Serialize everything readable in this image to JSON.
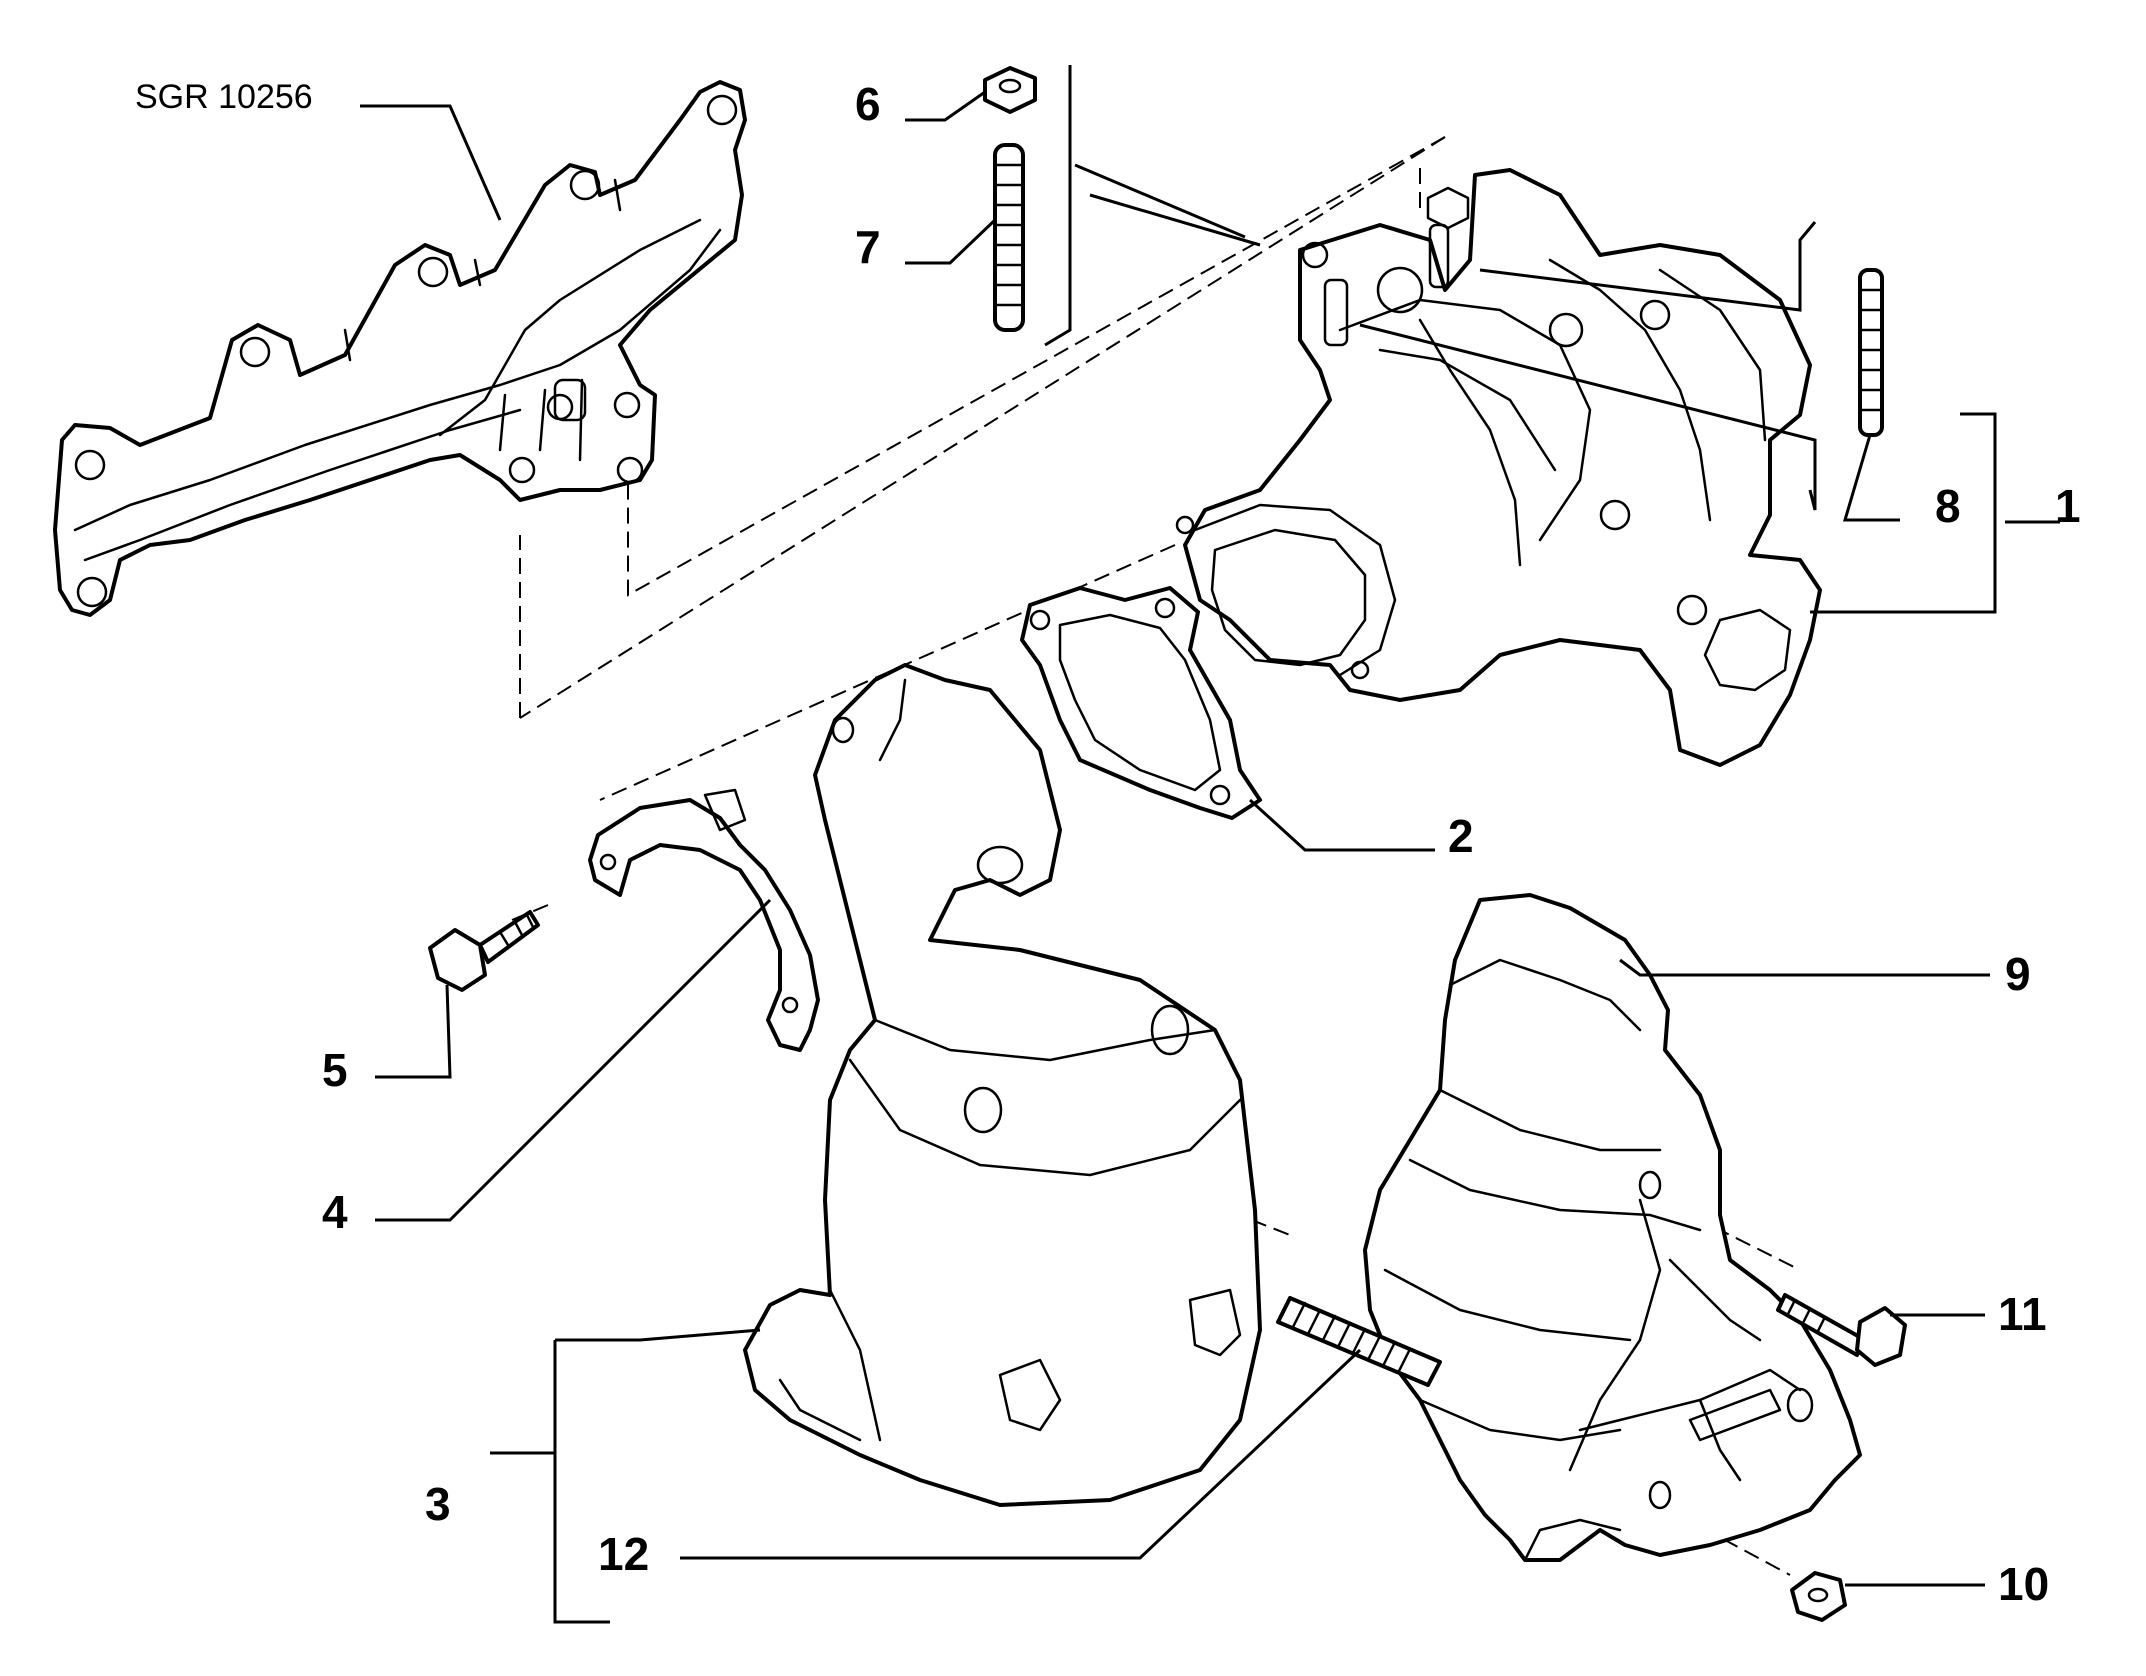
{
  "reference_code": "SGR 10256",
  "callouts": {
    "c1": "1",
    "c2": "2",
    "c3": "3",
    "c4": "4",
    "c5": "5",
    "c6": "6",
    "c7": "7",
    "c8": "8",
    "c9": "9",
    "c10": "10",
    "c11": "11",
    "c12": "12"
  }
}
